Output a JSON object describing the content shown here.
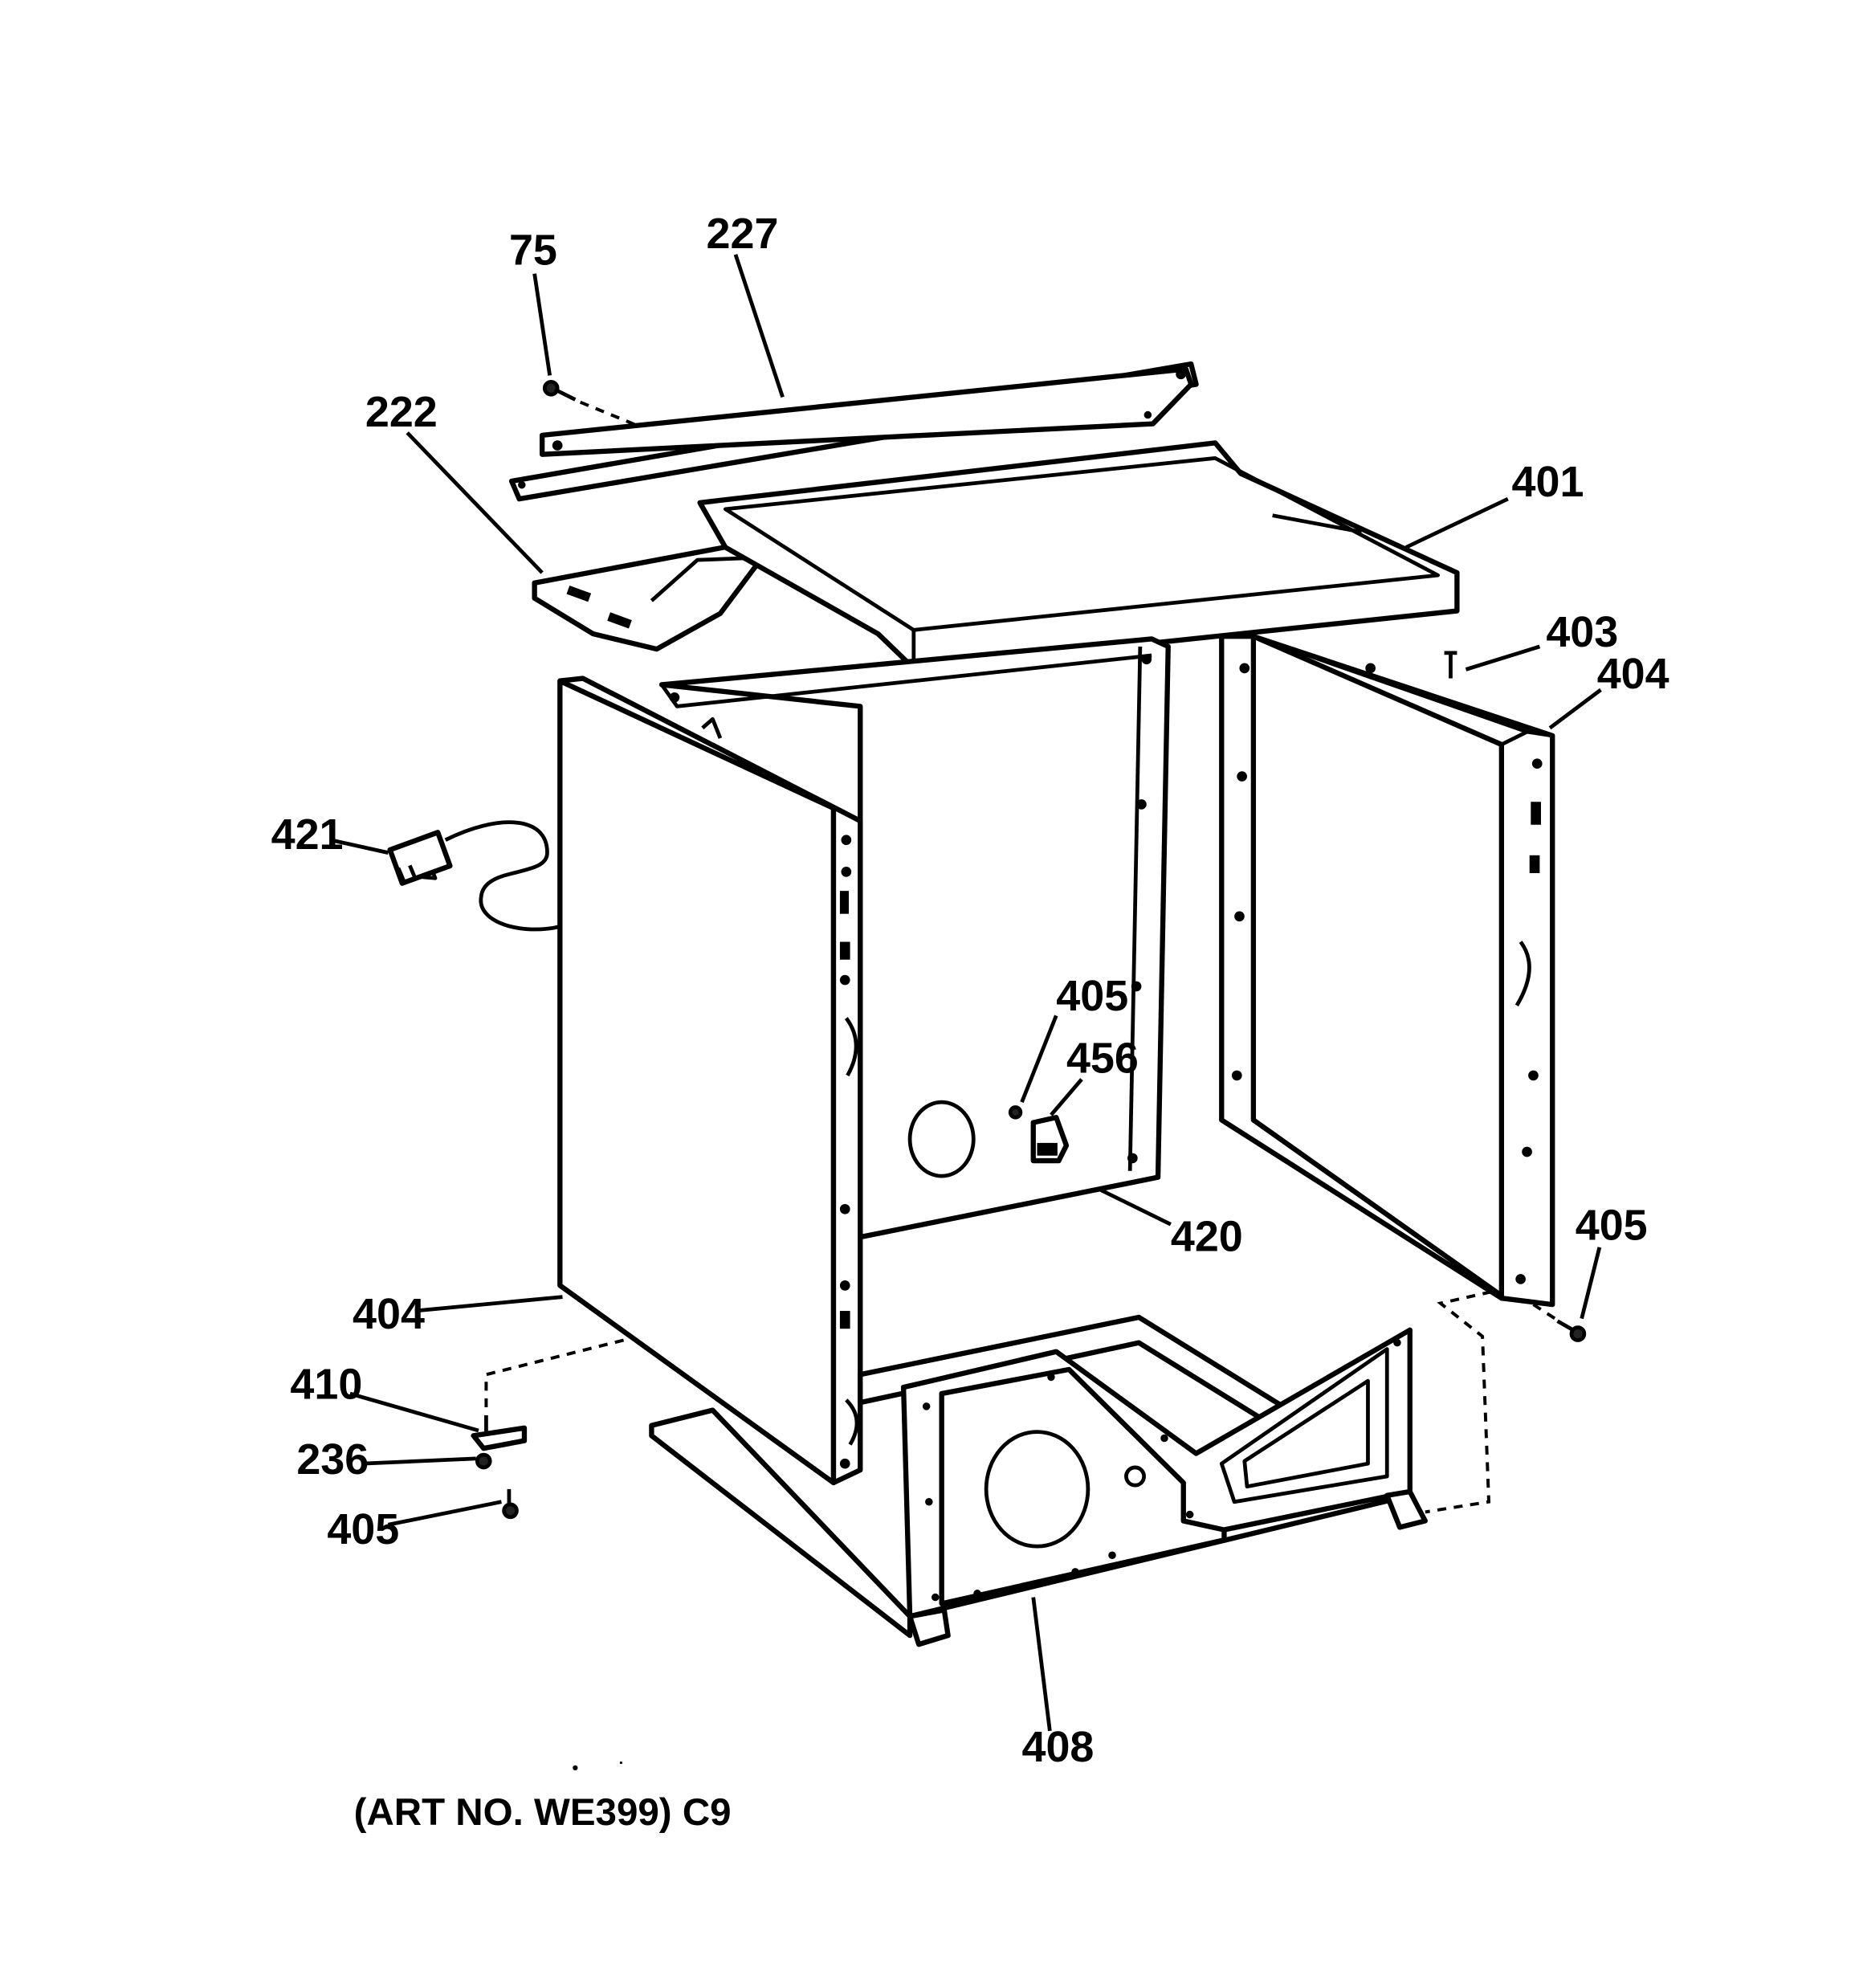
{
  "diagram": {
    "part_labels": [
      {
        "id": "p75",
        "text": "75"
      },
      {
        "id": "p227",
        "text": "227"
      },
      {
        "id": "p222",
        "text": "222"
      },
      {
        "id": "p401",
        "text": "401"
      },
      {
        "id": "p403",
        "text": "403"
      },
      {
        "id": "p404r",
        "text": "404"
      },
      {
        "id": "p421",
        "text": "421"
      },
      {
        "id": "p405c",
        "text": "405"
      },
      {
        "id": "p456",
        "text": "456"
      },
      {
        "id": "p420",
        "text": "420"
      },
      {
        "id": "p405r",
        "text": "405"
      },
      {
        "id": "p404l",
        "text": "404"
      },
      {
        "id": "p410",
        "text": "410"
      },
      {
        "id": "p236",
        "text": "236"
      },
      {
        "id": "p405l",
        "text": "405"
      },
      {
        "id": "p408",
        "text": "408"
      }
    ],
    "art_number": "(ART NO. WE399) C9"
  }
}
